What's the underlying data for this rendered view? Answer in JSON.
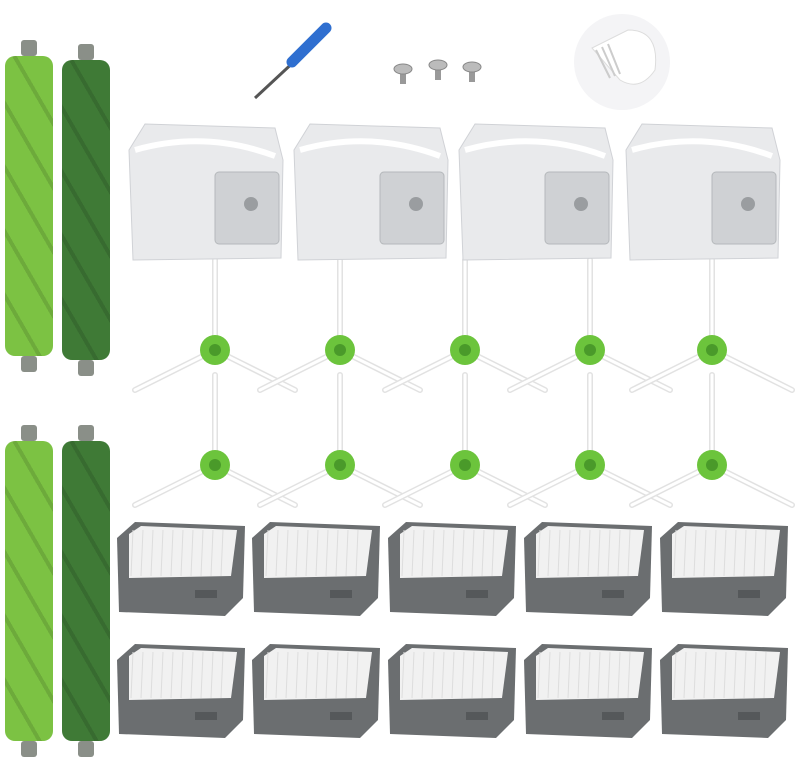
{
  "colors": {
    "roller_light": "#7cc243",
    "roller_dark": "#3f7a36",
    "brush_hub": "#6cc43c",
    "filter_frame": "#6b6e70",
    "filter_media": "#f1f1f1",
    "bag": "#e9eaec",
    "screwdriver_handle": "#2f6fd0"
  },
  "items": {
    "rollers_light": 2,
    "rollers_dark": 2,
    "dust_bags": 4,
    "side_brushes": 10,
    "filters": 10,
    "screws": 3,
    "screwdriver": 1,
    "cleaning_brush": 1
  }
}
